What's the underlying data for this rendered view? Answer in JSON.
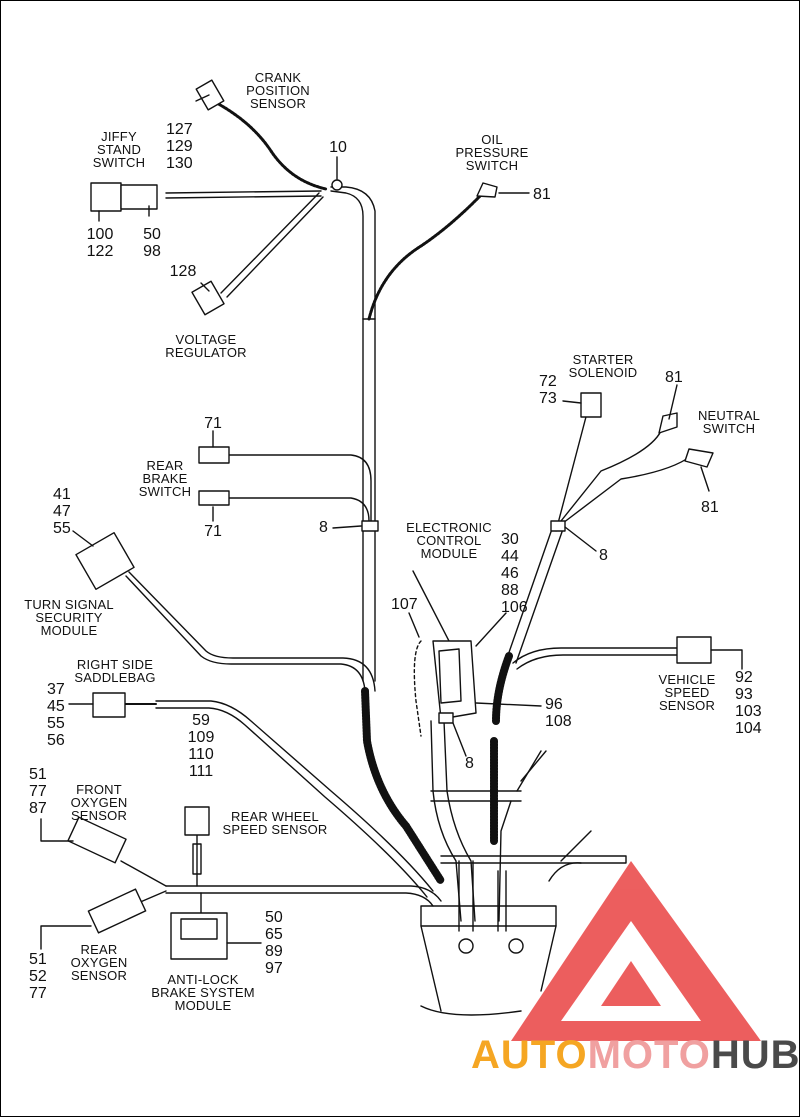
{
  "colors": {
    "line": "#111111",
    "logo_red": "#e94343",
    "logo_gray": "#4a4a4a",
    "logo_orange": "#f5a623"
  },
  "components": {
    "crank_position_sensor": {
      "label": "CRANK\nPOSITION\nSENSOR",
      "refs": "127\n129\n130"
    },
    "jiffy_stand_switch": {
      "label": "JIFFY\nSTAND\nSWITCH",
      "refs_left": "100\n122",
      "refs_right": "50\n98"
    },
    "oil_pressure_switch": {
      "label": "OIL\nPRESSURE\nSWITCH",
      "refs": "81"
    },
    "clip_top": {
      "refs": "10"
    },
    "voltage_regulator": {
      "label": "VOLTAGE\nREGULATOR",
      "refs": "128"
    },
    "starter_solenoid": {
      "label": "STARTER\nSOLENOID",
      "refs": "72\n73"
    },
    "neutral_switch": {
      "label": "NEUTRAL\nSWITCH",
      "refs_top": "81",
      "refs_bottom": "81"
    },
    "rear_brake_switch": {
      "label": "REAR\nBRAKE\nSWITCH",
      "refs_top": "71",
      "refs_bottom": "71"
    },
    "turn_signal_security_module": {
      "label": "TURN SIGNAL\nSECURITY\nMODULE",
      "refs": "41\n47\n55"
    },
    "clip_center": {
      "refs": "8"
    },
    "clip_right": {
      "refs": "8"
    },
    "clip_ecm": {
      "refs": "8"
    },
    "electronic_control_module": {
      "label": "ELECTRONIC\nCONTROL\nMODULE",
      "refs": "30\n44\n46\n88\n106",
      "ref_107": "107",
      "refs_bottom": "96\n108"
    },
    "right_side_saddlebag": {
      "label": "RIGHT SIDE\nSADDLEBAG",
      "refs": "37\n45\n55\n56",
      "refs_wire": "59\n109\n110\n111"
    },
    "vehicle_speed_sensor": {
      "label": "VEHICLE\nSPEED\nSENSOR",
      "refs": "92\n93\n103\n104"
    },
    "front_oxygen_sensor": {
      "label": "FRONT\nOXYGEN\nSENSOR",
      "refs": "51\n77\n87"
    },
    "rear_wheel_speed_sensor": {
      "label": "REAR WHEEL\nSPEED SENSOR"
    },
    "rear_oxygen_sensor": {
      "label": "REAR\nOXYGEN\nSENSOR",
      "refs": "51\n52\n77"
    },
    "anti_lock_brake_system_module": {
      "label": "ANTI-LOCK\nBRAKE SYSTEM\nMODULE",
      "refs": "50\n65\n89\n97"
    }
  },
  "watermark": {
    "part1": "AUTO",
    "part2": "MOTO",
    "part3": "HUB"
  }
}
